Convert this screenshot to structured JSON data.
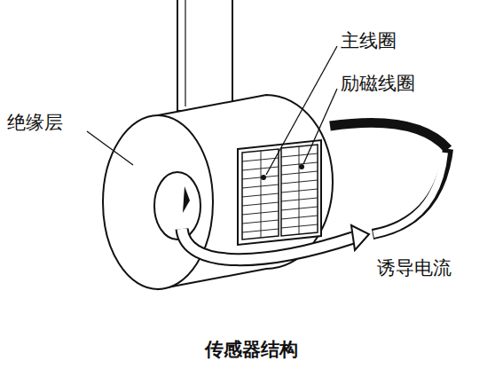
{
  "diagram": {
    "caption": "传感器结构",
    "labels": [
      "主线圈",
      "励磁线圈",
      "绝缘层",
      "诱导电流"
    ]
  }
}
